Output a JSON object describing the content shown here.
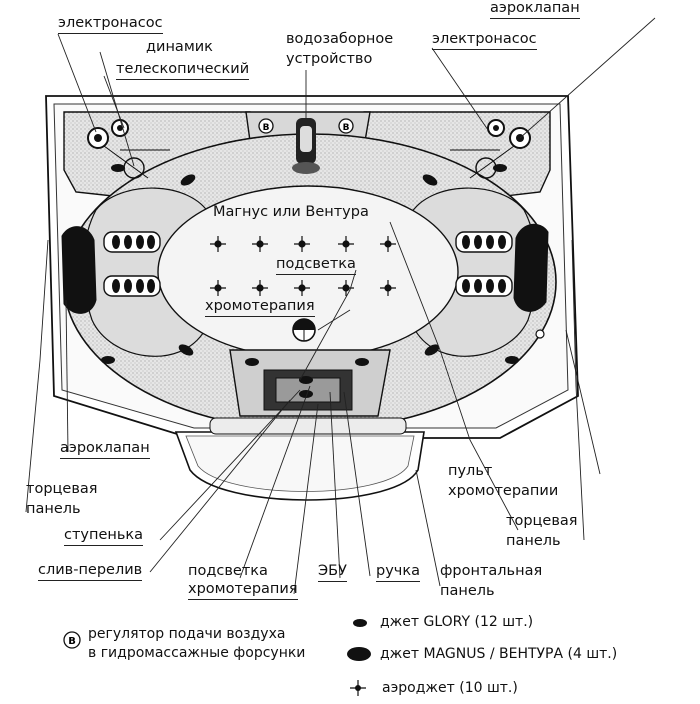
{
  "labels": {
    "pump_left": "электронасос",
    "speaker": "динамик",
    "speaker2": "телескопический",
    "intake": "водозаборное",
    "intake2": "устройство",
    "pump_right": "электронасос",
    "air_valve_top": "аэроклапан",
    "magnus_ventura": "Магнус или Вентура",
    "backlight": "подсветка",
    "chromotherapy": "хромотерапия",
    "air_valve_left": "аэроклапан",
    "end_panel_left": "торцевая",
    "end_panel_left2": "панель",
    "step": "ступенька",
    "overflow": "слив-перелив",
    "backlight_bottom": "подсветка",
    "chromotherapy_bottom": "хромотерапия",
    "ecu": "ЭБУ",
    "handle": "ручка",
    "front_panel": "фронтальная",
    "front_panel2": "панель",
    "remote": "пульт",
    "remote2": "хромотерапии",
    "end_panel_right": "торцевая",
    "end_panel_right2": "панель"
  },
  "legend": {
    "regulator_symbol": "B",
    "regulator_line1": "регулятор подачи воздуха",
    "regulator_line2": "в гидромассажные форсунки",
    "jet_glory": "джет GLORY (12 шт.)",
    "jet_magnus": "джет MAGNUS / ВЕНТУРА (4 шт.)",
    "aero_jet": "аэроджет (10 шт.)"
  },
  "valve_marks": {
    "left": "B",
    "right": "B"
  }
}
